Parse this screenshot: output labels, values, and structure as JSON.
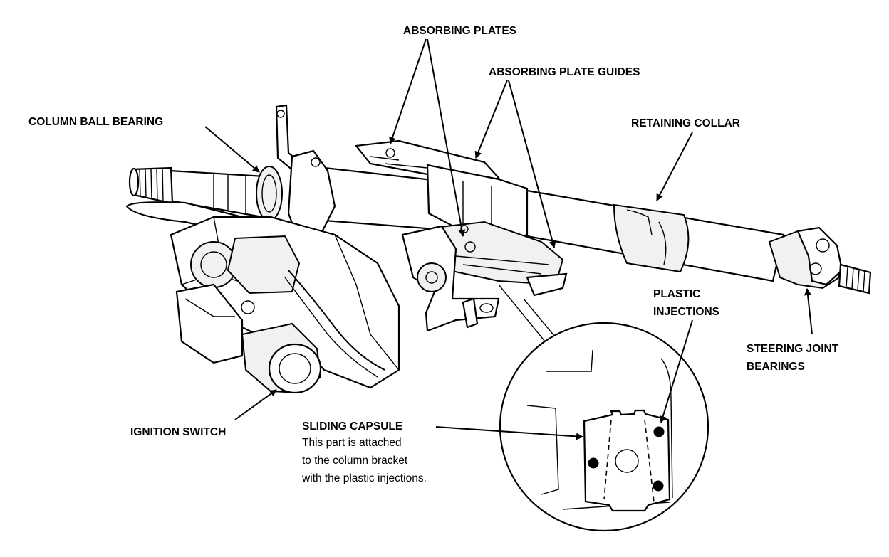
{
  "labels": {
    "absorbing_plates": "ABSORBING PLATES",
    "absorbing_plate_guides": "ABSORBING PLATE GUIDES",
    "column_ball_bearing": "COLUMN BALL BEARING",
    "retaining_collar": "RETAINING COLLAR",
    "plastic_injections_line1": "PLASTIC",
    "plastic_injections_line2": "INJECTIONS",
    "steering_joint_bearings_line1": "STEERING JOINT",
    "steering_joint_bearings_line2": "BEARINGS",
    "ignition_switch": "IGNITION SWITCH",
    "sliding_capsule": "SLIDING CAPSULE",
    "note_line1": "This part is attached",
    "note_line2": "to the column bracket",
    "note_line3": "with the plastic injections."
  }
}
